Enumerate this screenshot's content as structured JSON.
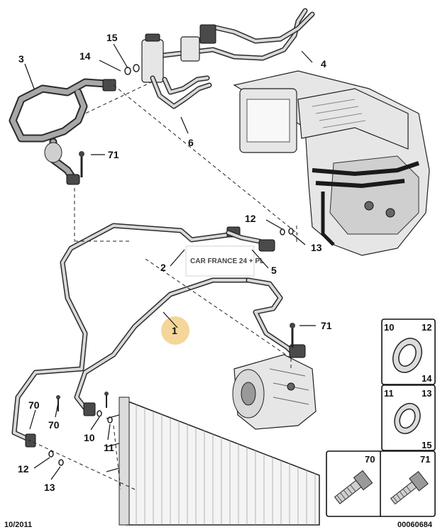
{
  "callouts": {
    "c1": "1",
    "c2": "2",
    "c3": "3",
    "c4": "4",
    "c5": "5",
    "c6": "6",
    "c12a": "12",
    "c13a": "13",
    "c14": "14",
    "c15": "15",
    "c71a": "71",
    "c71b": "71",
    "c70a": "70",
    "c70b": "70",
    "c10": "10",
    "c11": "11",
    "c12b": "12",
    "c13b": "13"
  },
  "legend": {
    "box1": {
      "tl": "10",
      "tr": "12",
      "br": "14"
    },
    "box2": {
      "tl": "11",
      "tr": "13",
      "br": "15"
    },
    "box3": {
      "left": "70",
      "right": "71"
    }
  },
  "watermark": {
    "text": "CAR FRANCE 24 + PL"
  },
  "footer": {
    "date": "10/2011",
    "code": "00060684"
  },
  "colors": {
    "highlight": "#f0c878",
    "line": "#111111"
  }
}
